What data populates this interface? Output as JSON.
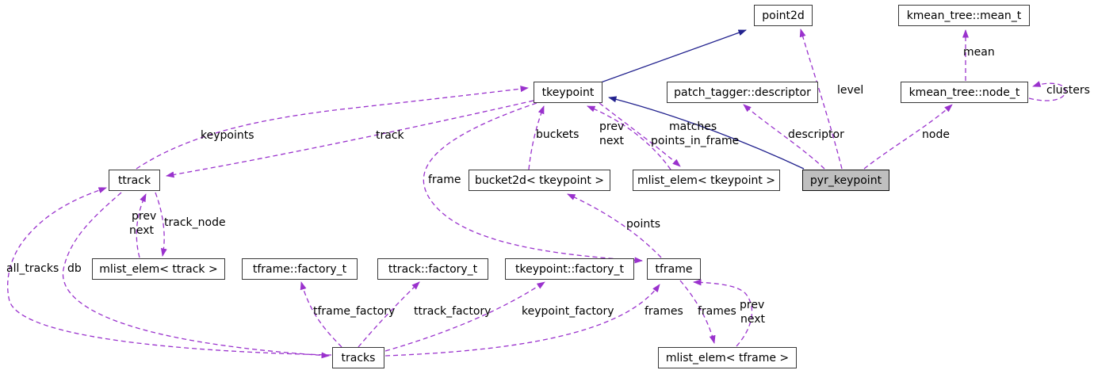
{
  "diagram": {
    "type": "doxygen-collaboration-graph",
    "background": "#ffffff",
    "colors": {
      "usage_edge_dashed": "#9a32cd",
      "inheritance_edge_solid": "#22228e",
      "node_border": "#383838",
      "selected_node_fill": "#bfbfbf",
      "text": "#000000"
    }
  },
  "nodes": {
    "point2d": {
      "label": "point2d"
    },
    "kmean_mean": {
      "label": "kmean_tree::mean_t"
    },
    "tkeypoint": {
      "label": "tkeypoint"
    },
    "patch_descriptor": {
      "label": "patch_tagger::descriptor"
    },
    "kmean_node": {
      "label": "kmean_tree::node_t"
    },
    "ttrack": {
      "label": "ttrack"
    },
    "bucket2d": {
      "label": "bucket2d< tkeypoint >"
    },
    "mlist_tkeypoint": {
      "label": "mlist_elem< tkeypoint >"
    },
    "pyr_keypoint": {
      "label": "pyr_keypoint"
    },
    "mlist_ttrack": {
      "label": "mlist_elem< ttrack >"
    },
    "tframe_factory_t": {
      "label": "tframe::factory_t"
    },
    "ttrack_factory_t": {
      "label": "ttrack::factory_t"
    },
    "tkeypoint_factory_t": {
      "label": "tkeypoint::factory_t"
    },
    "tframe": {
      "label": "tframe"
    },
    "tracks": {
      "label": "tracks"
    },
    "mlist_tframe": {
      "label": "mlist_elem< tframe >"
    }
  },
  "labels": {
    "keypoints": "keypoints",
    "track": "track",
    "buckets": "buckets",
    "prev": "prev",
    "next": "next",
    "matches": "matches",
    "points_in_frame": "points_in_frame",
    "descriptor": "descriptor",
    "level": "level",
    "node": "node",
    "mean": "mean",
    "clusters": "clusters",
    "frame": "frame",
    "points": "points",
    "track_node": "track_node",
    "all_tracks": "all_tracks",
    "db": "db",
    "tframe_factory": "tframe_factory",
    "ttrack_factory": "ttrack_factory",
    "keypoint_factory": "keypoint_factory",
    "frames": "frames"
  },
  "edges": [
    {
      "from": "tkeypoint",
      "to": "point2d",
      "style": "solid",
      "kind": "inheritance"
    },
    {
      "from": "pyr_keypoint",
      "to": "tkeypoint",
      "style": "solid",
      "kind": "inheritance"
    },
    {
      "from": "ttrack",
      "to": "tkeypoint",
      "style": "dashed",
      "label": "keypoints"
    },
    {
      "from": "tkeypoint",
      "to": "ttrack",
      "style": "dashed",
      "label": "track"
    },
    {
      "from": "bucket2d",
      "to": "tkeypoint",
      "style": "dashed",
      "label": "buckets"
    },
    {
      "from": "mlist_tkeypoint",
      "to": "tkeypoint",
      "style": "dashed",
      "label": "prev next"
    },
    {
      "from": "tkeypoint",
      "to": "mlist_tkeypoint",
      "style": "dashed",
      "label": "matches points_in_frame"
    },
    {
      "from": "pyr_keypoint",
      "to": "point2d",
      "style": "dashed",
      "label": "level"
    },
    {
      "from": "pyr_keypoint",
      "to": "patch_descriptor",
      "style": "dashed",
      "label": "descriptor"
    },
    {
      "from": "pyr_keypoint",
      "to": "kmean_node",
      "style": "dashed",
      "label": "node"
    },
    {
      "from": "kmean_node",
      "to": "kmean_mean",
      "style": "dashed",
      "label": "mean"
    },
    {
      "from": "kmean_node",
      "to": "kmean_node",
      "style": "dashed",
      "label": "clusters"
    },
    {
      "from": "tkeypoint",
      "to": "tframe",
      "style": "dashed",
      "label": "frame"
    },
    {
      "from": "tframe",
      "to": "bucket2d",
      "style": "dashed",
      "label": "points"
    },
    {
      "from": "mlist_ttrack",
      "to": "ttrack",
      "style": "dashed",
      "label": "prev next"
    },
    {
      "from": "ttrack",
      "to": "mlist_ttrack",
      "style": "dashed",
      "label": "track_node"
    },
    {
      "from": "tracks",
      "to": "ttrack",
      "style": "dashed",
      "label": "all_tracks"
    },
    {
      "from": "ttrack",
      "to": "tracks",
      "style": "dashed",
      "label": "db"
    },
    {
      "from": "tracks",
      "to": "tframe_factory_t",
      "style": "dashed",
      "label": "tframe_factory"
    },
    {
      "from": "tracks",
      "to": "ttrack_factory_t",
      "style": "dashed",
      "label": "ttrack_factory"
    },
    {
      "from": "tracks",
      "to": "tkeypoint_factory_t",
      "style": "dashed",
      "label": "keypoint_factory"
    },
    {
      "from": "tracks",
      "to": "tframe",
      "style": "dashed",
      "label": "frames"
    },
    {
      "from": "tframe",
      "to": "mlist_tframe",
      "style": "dashed",
      "label": "frames"
    },
    {
      "from": "mlist_tframe",
      "to": "tframe",
      "style": "dashed",
      "label": "prev next"
    }
  ]
}
